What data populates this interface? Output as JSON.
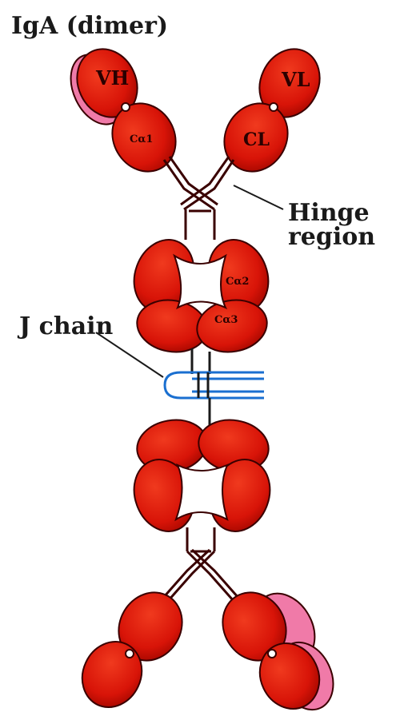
{
  "title": "IgA (dimer)",
  "labels": {
    "hinge_line1": "Hinge",
    "hinge_line2": "region",
    "j_chain": "J chain"
  },
  "domain_labels": {
    "vh": "VH",
    "vl": "VL",
    "ch1": "Cα1",
    "cl": "CL",
    "ch2": "Cα2",
    "ch3": "Cα3"
  },
  "colors": {
    "heavy_chain": "#dd1a0a",
    "heavy_chain_dark": "#b00a00",
    "outline": "#3a0000",
    "light_chain_accent": "#f07aa8",
    "j_chain": "#1a6fd0",
    "text": "#1a1a1a"
  }
}
